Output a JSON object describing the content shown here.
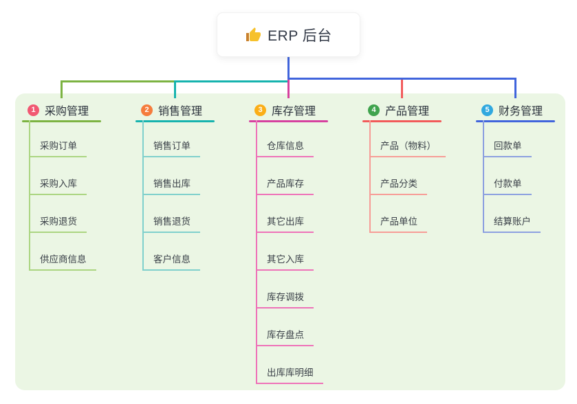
{
  "root": {
    "label": "ERP 后台",
    "icon": "thumbs-up-icon"
  },
  "canvas": {
    "background": "#FFFFFF",
    "panel_background": "#EBF6E4"
  },
  "trunk_color": "#4064DC",
  "branches": [
    {
      "number": "1",
      "label": "采购管理",
      "colors": {
        "badge": "#F15872",
        "main": "#7CB342",
        "light": "#ABD581"
      },
      "children": [
        "采购订单",
        "采购入库",
        "采购退货",
        "供应商信息"
      ]
    },
    {
      "number": "2",
      "label": "销售管理",
      "colors": {
        "badge": "#F57C3D",
        "main": "#16B3AE",
        "light": "#7FD0CC"
      },
      "children": [
        "销售订单",
        "销售出库",
        "销售退货",
        "客户信息"
      ]
    },
    {
      "number": "3",
      "label": "库存管理",
      "colors": {
        "badge": "#FBAE17",
        "main": "#D6409F",
        "light": "#EE72B8"
      },
      "children": [
        "仓库信息",
        "产品库存",
        "其它出库",
        "其它入库",
        "库存调拨",
        "库存盘点",
        "出库库明细"
      ]
    },
    {
      "number": "4",
      "label": "产品管理",
      "colors": {
        "badge": "#3FA34D",
        "main": "#F25A5A",
        "light": "#F79C96"
      },
      "children": [
        "产品（物料）",
        "产品分类",
        "产品单位"
      ]
    },
    {
      "number": "5",
      "label": "财务管理",
      "colors": {
        "badge": "#30A8DF",
        "main": "#4064DC",
        "light": "#8CA0E0"
      },
      "children": [
        "回款单",
        "付款单",
        "结算账户"
      ]
    }
  ]
}
